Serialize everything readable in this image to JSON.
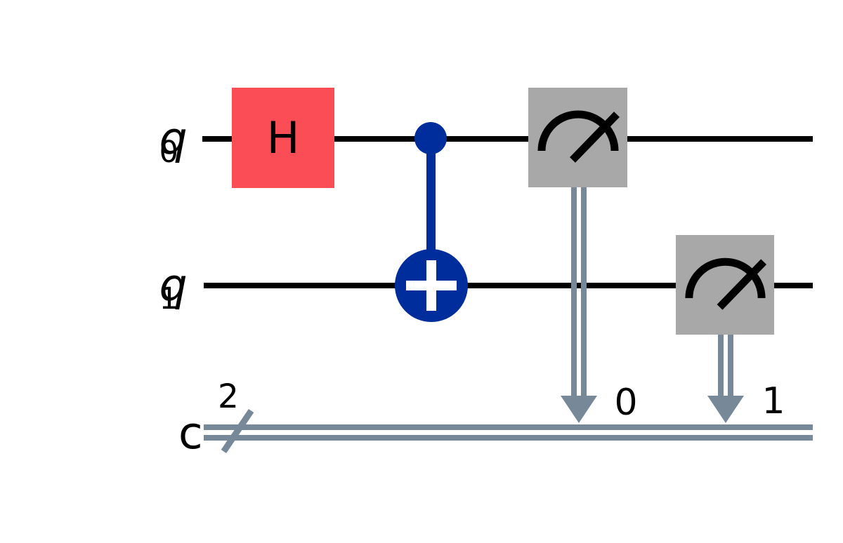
{
  "circuit": {
    "qubits": [
      {
        "name": "q",
        "sub": "0"
      },
      {
        "name": "q",
        "sub": "1"
      }
    ],
    "classical": {
      "name": "c",
      "size": "2"
    },
    "gates": {
      "h": {
        "label": "H",
        "qubit": "q0"
      },
      "cx": {
        "control": "q0",
        "target": "q1"
      },
      "measures": [
        {
          "qubit": "q0",
          "clbit": "0"
        },
        {
          "qubit": "q1",
          "clbit": "1"
        }
      ]
    },
    "colors": {
      "qubit_wire": "#000000",
      "classical_wire": "#778899",
      "h_fill": "#FA4D56",
      "cx_fill": "#002D9C",
      "measure_fill": "#A8A8A8",
      "text": "#000000",
      "background": "#FFFFFF"
    }
  }
}
